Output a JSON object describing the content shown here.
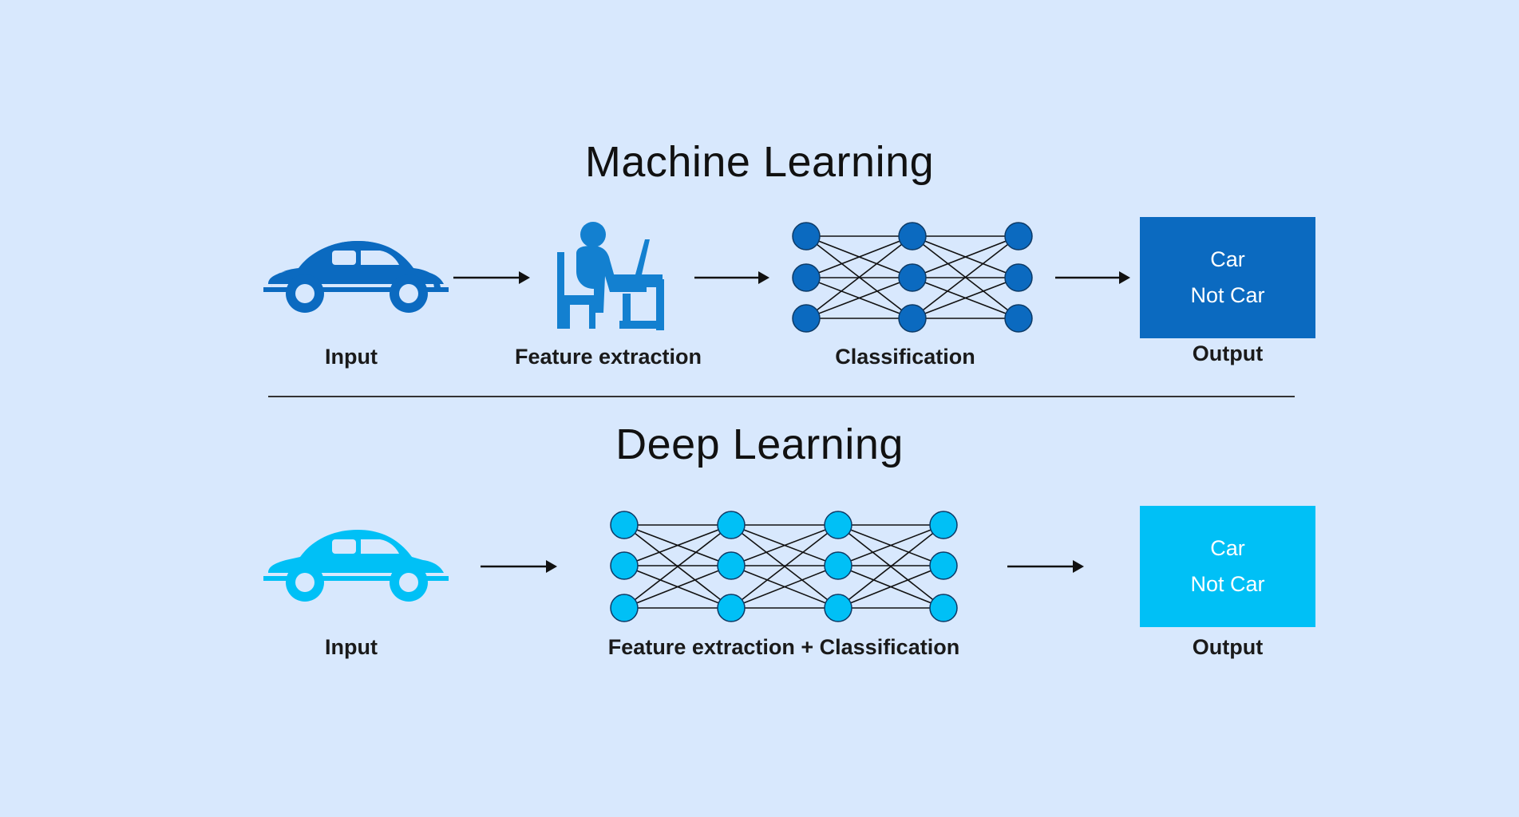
{
  "colors": {
    "background": "#d8e8fd",
    "ml_accent": "#0b6ac0",
    "dl_accent": "#00c0f6"
  },
  "ml": {
    "title": "Machine Learning",
    "input_label": "Input",
    "input_icon": "car-icon",
    "feature_label": "Feature extraction",
    "feature_icon": "person-at-computer-icon",
    "classification_label": "Classification",
    "output_label": "Output",
    "output_lines": [
      "Car",
      "Not Car"
    ]
  },
  "dl": {
    "title": "Deep Learning",
    "input_label": "Input",
    "input_icon": "car-icon",
    "network_label": "Feature extraction + Classification",
    "output_label": "Output",
    "output_lines": [
      "Car",
      "Not Car"
    ]
  }
}
